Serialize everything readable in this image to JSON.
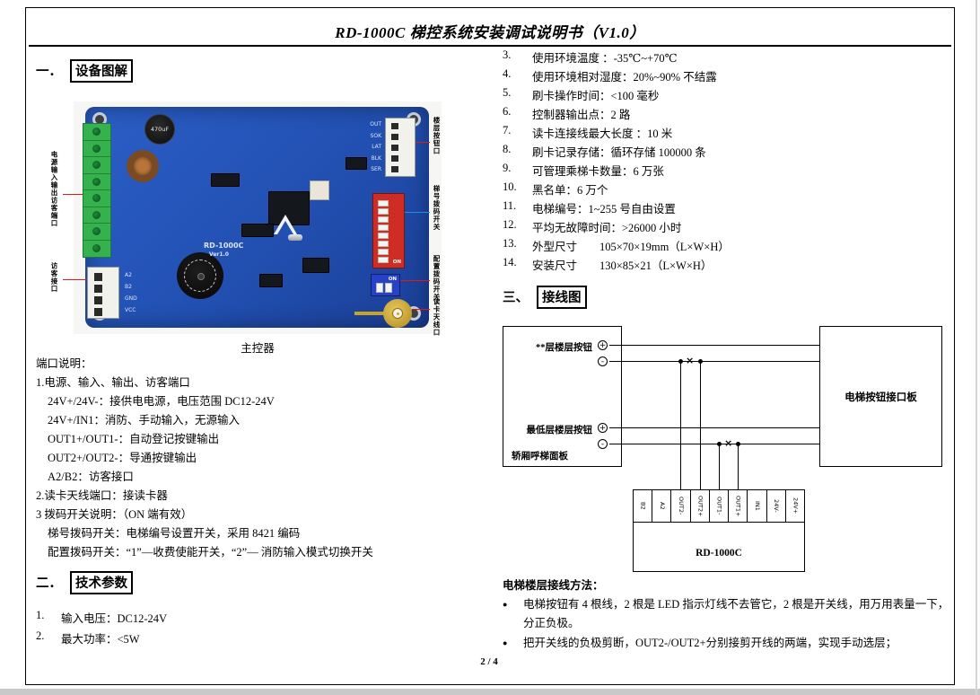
{
  "header": {
    "title": "RD-1000C 梯控系统安装调试说明书（V1.0）"
  },
  "footer": {
    "page_number": "2 / 4"
  },
  "sections": {
    "s1_prefix": "一．",
    "s1_boxed": "设备图解",
    "s2_prefix": "二．",
    "s2_boxed": "技术参数",
    "s3_prefix": "三、",
    "s3_boxed": "接线图"
  },
  "board": {
    "caption": "主控器",
    "silkscreen_model": "RD-1000C",
    "silkscreen_ver": "Ver1.0",
    "cap_label": "470uF",
    "dip_on_label": "ON",
    "dip2_on_label": "ON",
    "top_connector_pins": [
      "OUT",
      "SOK",
      "LAT",
      "BLK",
      "SER"
    ],
    "left_connector_pins": [
      "A2",
      "B2",
      "GND",
      "VCC"
    ],
    "callouts": {
      "power_port": "电源输入输出访客端口",
      "visitor_port": "访客接口",
      "floor_button_port": "楼层按钮口",
      "elevator_dip": "梯号拨码开关",
      "config_dip": "配置拨码开关",
      "antenna_port": "读卡天线口"
    }
  },
  "port_section": {
    "title": "端口说明：",
    "lines": [
      "1.电源、输入、输出、访客端口",
      "24V+/24V-：接供电电源，电压范围 DC12-24V",
      "24V+/IN1：消防、手动输入，无源输入",
      "OUT1+/OUT1-：自动登记按键输出",
      "OUT2+/OUT2-：导通按键输出",
      "A2/B2：访客接口",
      "2.读卡天线端口：接读卡器",
      "3 拨码开关说明：（ON 端有效）",
      "梯号拨码开关：电梯编号设置开关，采用 8421 编码",
      "配置拨码开关：“1”—收费使能开关，“2”— 消防输入模式切换开关"
    ]
  },
  "tech_params_left": [
    {
      "n": "1.",
      "t": "输入电压：DC12-24V"
    },
    {
      "n": "2.",
      "t": "最大功率：<5W"
    }
  ],
  "tech_params_right": [
    {
      "n": "3.",
      "t": "使用环境温度 ：-35℃~+70℃"
    },
    {
      "n": "4.",
      "t": "使用环境相对湿度：20%~90% 不结露"
    },
    {
      "n": "5.",
      "t": "刷卡操作时间：<100 毫秒"
    },
    {
      "n": "6.",
      "t": "控制器输出点：2 路"
    },
    {
      "n": "7.",
      "t": "读卡连接线最大长度 ：10 米"
    },
    {
      "n": "8.",
      "t": "刷卡记录存储：循环存储 100000 条"
    },
    {
      "n": "9.",
      "t": "可管理乘梯卡数量：6 万张"
    },
    {
      "n": "10.",
      "t": "黑名单：6 万个"
    },
    {
      "n": "11.",
      "t": "电梯编号：1~255 号自由设置"
    },
    {
      "n": "12.",
      "t": "平均无故障时间：>26000 小时"
    },
    {
      "n": "13.",
      "t": "外型尺寸　　105×70×19mm（L×W×H）"
    },
    {
      "n": "14.",
      "t": "安装尺寸　　130×85×21（L×W×H）"
    }
  ],
  "wiring": {
    "top_floor_label": "**层楼层按钮",
    "bottom_floor_label": "最低层楼层按钮",
    "panel_label": "轿厢呼梯面板",
    "interface_board_label": "电梯按钮接口板",
    "controller_label": "RD-1000C",
    "terminals": [
      "B2",
      "A2",
      "OUT2-",
      "OUT2+",
      "OUT1-",
      "OUT1+",
      "IN1",
      "24V-",
      "24V+"
    ],
    "plus": "+",
    "minus": "-",
    "cut_symbol": "×"
  },
  "method": {
    "title": "电梯楼层接线方法：",
    "bullet_marker": "●",
    "bullets": [
      "电梯按钮有 4 根线，2 根是 LED 指示灯线不去管它，2 根是开关线，用万用表量一下，分正负极。",
      "把开关线的负极剪断，OUT2-/OUT2+分别接剪开线的两端，实现手动选层；"
    ]
  }
}
